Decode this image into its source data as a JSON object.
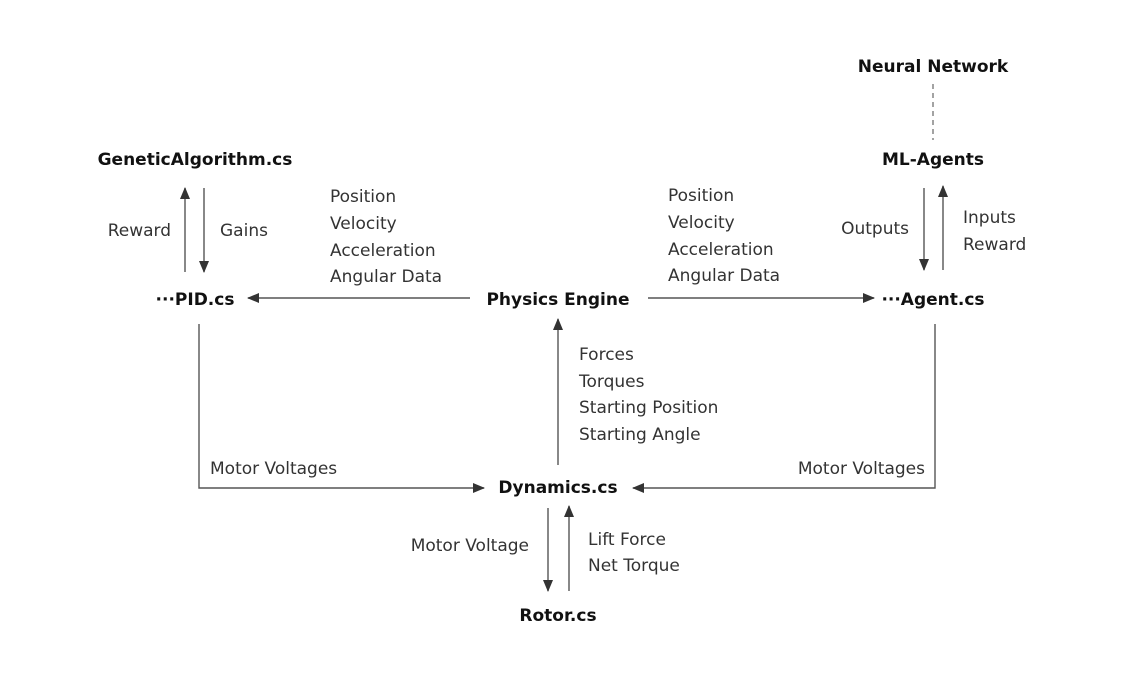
{
  "nodes": {
    "neural_network": "Neural Network",
    "ml_agents": "ML-Agents",
    "genetic_algorithm": "GeneticAlgorithm.cs",
    "pid": "···PID.cs",
    "physics_engine": "Physics Engine",
    "agent": "···Agent.cs",
    "dynamics": "Dynamics.cs",
    "rotor": "Rotor.cs"
  },
  "edges": {
    "reward": "Reward",
    "gains": "Gains",
    "outputs": "Outputs",
    "inputs_reward": [
      "Inputs",
      "Reward"
    ],
    "physics_to_pid": [
      "Position",
      "Velocity",
      "Acceleration",
      "Angular Data"
    ],
    "physics_to_agent": [
      "Position",
      "Velocity",
      "Acceleration",
      "Angular Data"
    ],
    "dynamics_to_physics": [
      "Forces",
      "Torques",
      "Starting Position",
      "Starting Angle"
    ],
    "pid_to_dynamics": "Motor Voltages",
    "agent_to_dynamics": "Motor Voltages",
    "motor_voltage": "Motor Voltage",
    "rotor_to_dynamics": [
      "Lift Force",
      "Net Torque"
    ]
  },
  "colors": {
    "line": "#555555",
    "text": "#222222"
  }
}
